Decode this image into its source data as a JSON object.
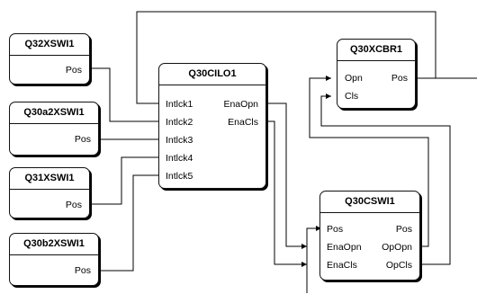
{
  "blocks": {
    "q32xswi1": {
      "title": "Q32XSWI1",
      "out": "Pos"
    },
    "q30a2xswi1": {
      "title": "Q30a2XSWI1",
      "out": "Pos"
    },
    "q31xswi1": {
      "title": "Q31XSWI1",
      "out": "Pos"
    },
    "q30b2xswi1": {
      "title": "Q30b2XSWI1",
      "out": "Pos"
    },
    "q30cilo1": {
      "title": "Q30CILO1",
      "inputs": [
        "Intlck1",
        "Intlck2",
        "Intlck3",
        "Intlck4",
        "Intlck5"
      ],
      "outputs": [
        "EnaOpn",
        "EnaCls"
      ]
    },
    "q30xcbr1": {
      "title": "Q30XCBR1",
      "inputs": [
        "Opn",
        "Cls"
      ],
      "out": "Pos"
    },
    "q30cswi1": {
      "title": "Q30CSWI1",
      "inputs": [
        "Pos",
        "EnaOpn",
        "EnaCls"
      ],
      "outputs": [
        "Pos",
        "OpOpn",
        "OpCls"
      ]
    }
  }
}
